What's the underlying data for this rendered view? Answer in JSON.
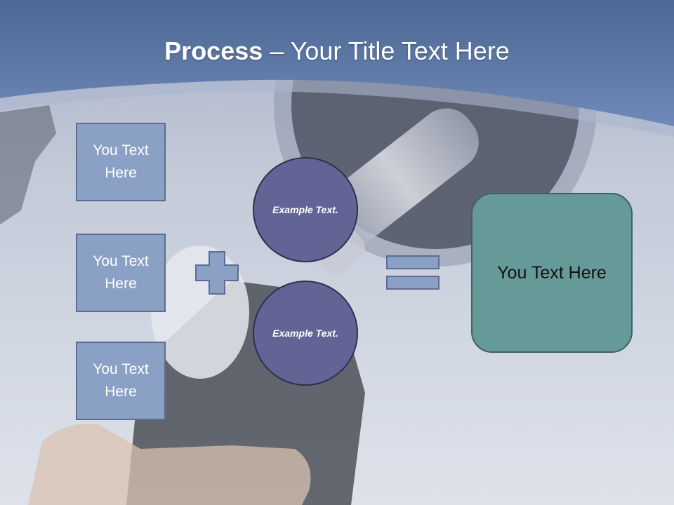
{
  "title": {
    "bold": "Process",
    "rest": " – Your Title Text Here"
  },
  "inputs": [
    {
      "label": "You Text Here"
    },
    {
      "label": "You Text Here"
    },
    {
      "label": "You Text Here"
    }
  ],
  "circles": [
    {
      "label": "Example Text."
    },
    {
      "label": "Example Text."
    }
  ],
  "result": {
    "label": "You Text Here"
  },
  "colors": {
    "header_band": "#5f7aa8",
    "box_fill": "#8aa0c5",
    "circle_fill": "#636496",
    "result_fill": "#669a99"
  }
}
